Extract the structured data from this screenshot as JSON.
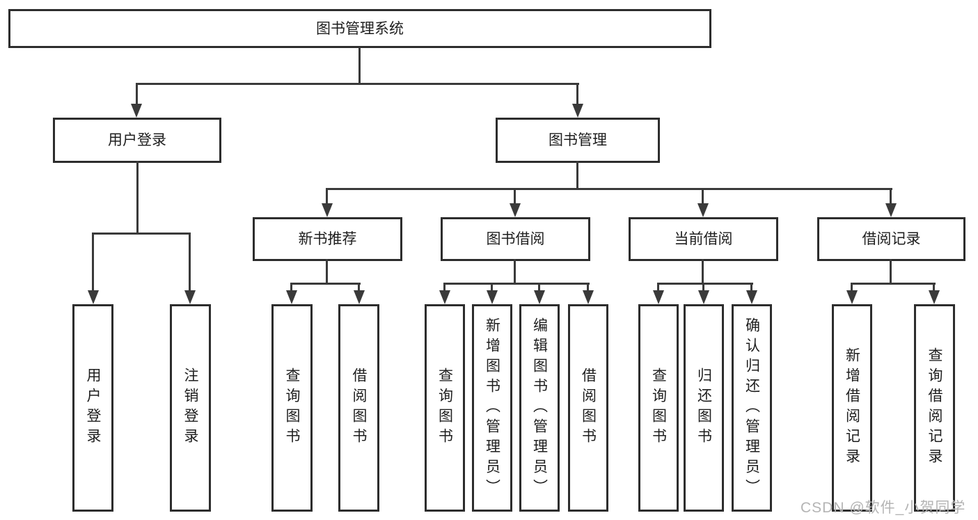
{
  "tree": {
    "label": "图书管理系统",
    "children": [
      {
        "label": "用户登录",
        "children": [
          {
            "label": "用户登录"
          },
          {
            "label": "注销登录"
          }
        ]
      },
      {
        "label": "图书管理",
        "children": [
          {
            "label": "新书推荐",
            "children": [
              {
                "label": "查询图书"
              },
              {
                "label": "借阅图书"
              }
            ]
          },
          {
            "label": "图书借阅",
            "children": [
              {
                "label": "查询图书"
              },
              {
                "label": "新增图书（管理员）"
              },
              {
                "label": "编辑图书（管理员）"
              },
              {
                "label": "借阅图书"
              }
            ]
          },
          {
            "label": "当前借阅",
            "children": [
              {
                "label": "查询图书"
              },
              {
                "label": "归还图书"
              },
              {
                "label": "确认归还（管理员）"
              }
            ]
          },
          {
            "label": "借阅记录",
            "children": [
              {
                "label": "新增借阅记录"
              },
              {
                "label": "查询借阅记录"
              }
            ]
          }
        ]
      }
    ]
  },
  "watermark": {
    "text": "CSDN @软件_小贺同学"
  },
  "colors": {
    "line": "#3a3a3a",
    "box_border": "#2d2d2d",
    "text": "#1e1e1e",
    "watermark": "#b4b4b4",
    "background": "#ffffff"
  }
}
